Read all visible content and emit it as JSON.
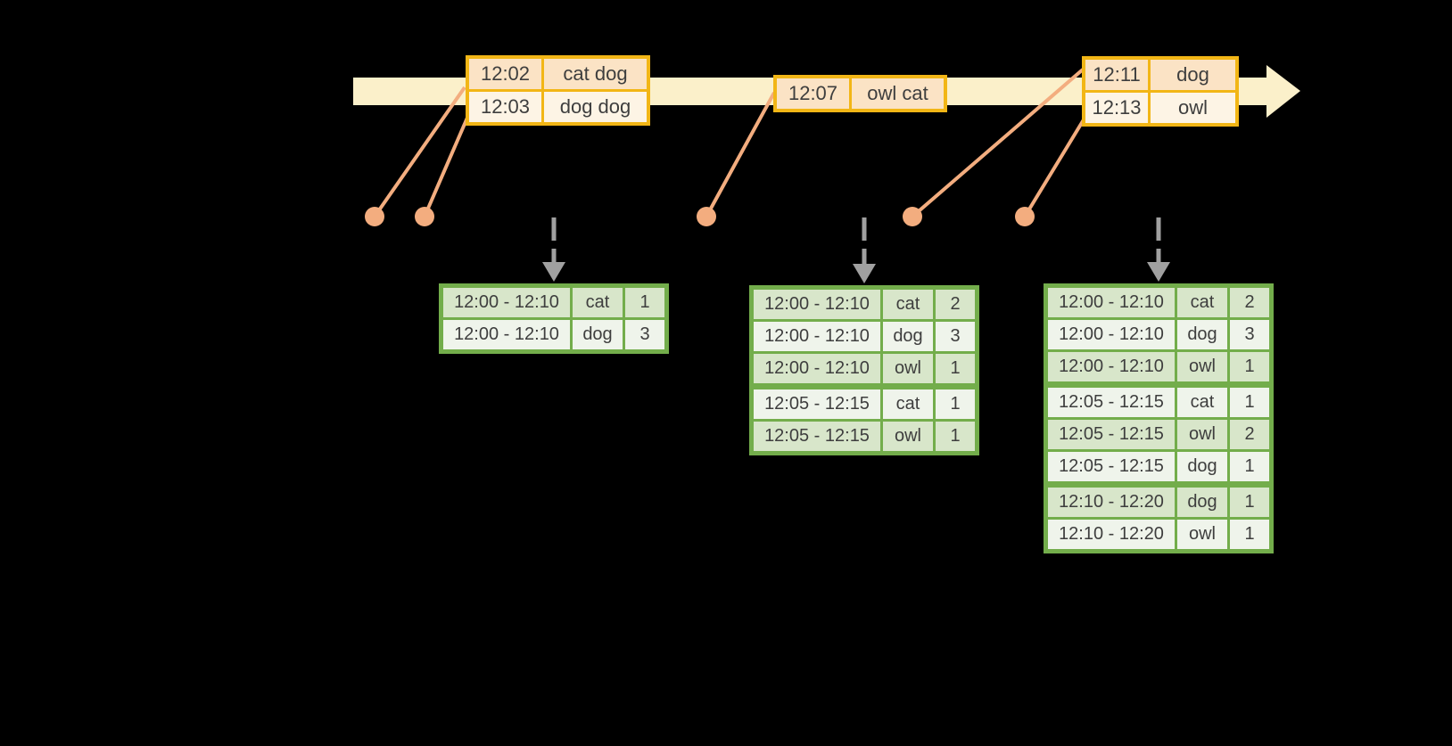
{
  "diagram": {
    "description": "streaming windowed word-count timeline with event tables and result tables",
    "colors": {
      "background": "#000000",
      "timeline_fill": "#FBF0CA",
      "event_border": "#F2B616",
      "event_row_peach": "#FBE3C5",
      "event_row_cream": "#FDF4E5",
      "connector": "#F3AD7F",
      "result_border": "#73AD4B",
      "result_row_green": "#D8E6CA",
      "result_row_light": "#EFF4EB",
      "text": "#3E3E3E",
      "trigger_arrow": "#A0A0A0"
    },
    "event_tables": [
      {
        "rows": [
          {
            "time": "12:02",
            "words": "cat dog"
          },
          {
            "time": "12:03",
            "words": "dog dog"
          }
        ]
      },
      {
        "rows": [
          {
            "time": "12:07",
            "words": "owl cat"
          }
        ]
      },
      {
        "rows": [
          {
            "time": "12:11",
            "words": "dog"
          },
          {
            "time": "12:13",
            "words": "owl"
          }
        ]
      }
    ],
    "result_tables": [
      {
        "rows": [
          {
            "window": "12:00 - 12:10",
            "word": "cat",
            "count": "1"
          },
          {
            "window": "12:00 - 12:10",
            "word": "dog",
            "count": "3"
          }
        ]
      },
      {
        "rows": [
          {
            "window": "12:00 - 12:10",
            "word": "cat",
            "count": "2"
          },
          {
            "window": "12:00 - 12:10",
            "word": "dog",
            "count": "3"
          },
          {
            "window": "12:00 - 12:10",
            "word": "owl",
            "count": "1"
          },
          {
            "window": "12:05 - 12:15",
            "word": "cat",
            "count": "1"
          },
          {
            "window": "12:05 - 12:15",
            "word": "owl",
            "count": "1"
          }
        ]
      },
      {
        "rows": [
          {
            "window": "12:00 - 12:10",
            "word": "cat",
            "count": "2"
          },
          {
            "window": "12:00 - 12:10",
            "word": "dog",
            "count": "3"
          },
          {
            "window": "12:00 - 12:10",
            "word": "owl",
            "count": "1"
          },
          {
            "window": "12:05 - 12:15",
            "word": "cat",
            "count": "1"
          },
          {
            "window": "12:05 - 12:15",
            "word": "owl",
            "count": "2"
          },
          {
            "window": "12:05 - 12:15",
            "word": "dog",
            "count": "1"
          },
          {
            "window": "12:10 - 12:20",
            "word": "dog",
            "count": "1"
          },
          {
            "window": "12:10 - 12:20",
            "word": "owl",
            "count": "1"
          }
        ]
      }
    ]
  }
}
